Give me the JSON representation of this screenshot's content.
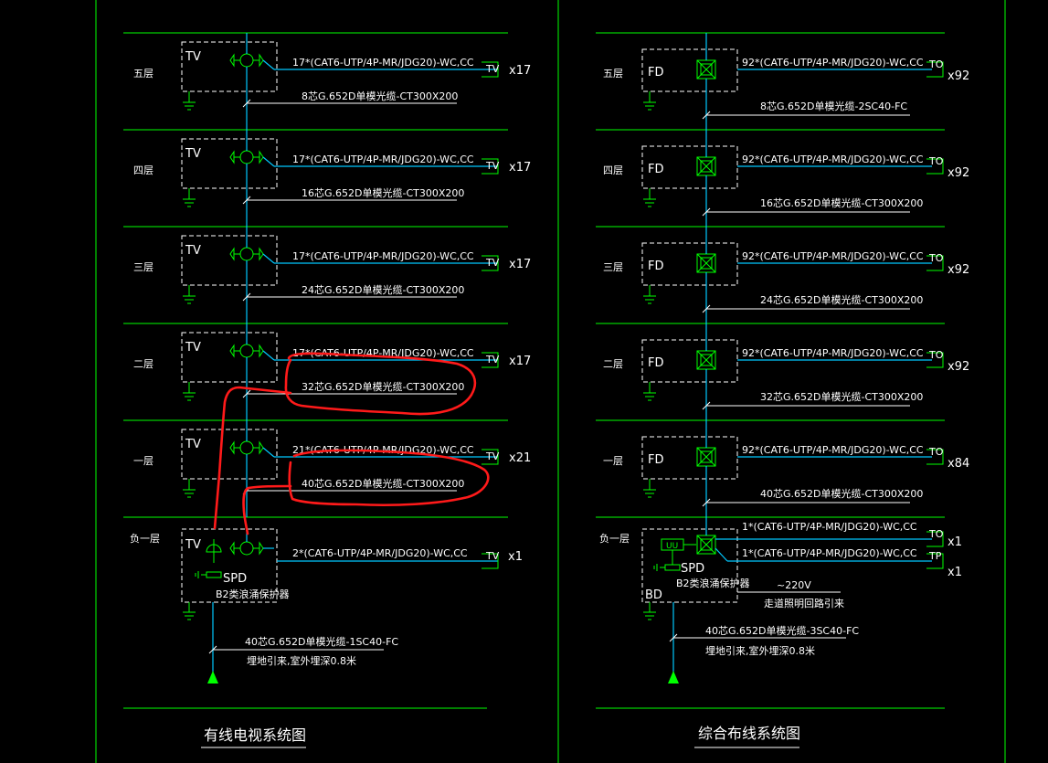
{
  "colors": {
    "background": "#000000",
    "floor_line": "#00ff00",
    "riser": "#00c8ff",
    "equipment": "#00ff00",
    "text": "#ffffff",
    "markup": "#ff1a1a"
  },
  "left_panel": {
    "title": "有线电视系统图",
    "floors": [
      {
        "floor": "五层",
        "box": "TV",
        "cable": "17*(CAT6-UTP/4P-MR/JDG20)-WC,CC",
        "outlet": "TV",
        "count": "x17",
        "riser": "8芯G.652D单模光缆-CT300X200"
      },
      {
        "floor": "四层",
        "box": "TV",
        "cable": "17*(CAT6-UTP/4P-MR/JDG20)-WC,CC",
        "outlet": "TV",
        "count": "x17",
        "riser": "16芯G.652D单模光缆-CT300X200"
      },
      {
        "floor": "三层",
        "box": "TV",
        "cable": "17*(CAT6-UTP/4P-MR/JDG20)-WC,CC",
        "outlet": "TV",
        "count": "x17",
        "riser": "24芯G.652D单模光缆-CT300X200"
      },
      {
        "floor": "二层",
        "box": "TV",
        "cable": "17*(CAT6-UTP/4P-MR/JDG20)-WC,CC",
        "outlet": "TV",
        "count": "x17",
        "riser": "32芯G.652D单模光缆-CT300X200"
      },
      {
        "floor": "一层",
        "box": "TV",
        "cable": "21*(CAT6-UTP/4P-MR/JDG20)-WC,CC",
        "outlet": "TV",
        "count": "x21",
        "riser": "40芯G.652D单模光缆-CT300X200"
      },
      {
        "floor": "负一层",
        "box": "TV",
        "cable": "2*(CAT6-UTP/4P-MR/JDG20)-WC,CC",
        "outlet": "TV",
        "count": "x1",
        "spd": "SPD",
        "spd_note": "B2类浪涌保护器"
      }
    ],
    "incoming": "40芯G.652D单模光缆-1SC40-FC",
    "incoming_note": "埋地引来,室外埋深0.8米"
  },
  "right_panel": {
    "title": "综合布线系统图",
    "floors": [
      {
        "floor": "五层",
        "box": "FD",
        "cable": "92*(CAT6-UTP/4P-MR/JDG20)-WC,CC",
        "outlet": "TO",
        "count": "x92",
        "riser": "8芯G.652D单模光缆-2SC40-FC"
      },
      {
        "floor": "四层",
        "box": "FD",
        "cable": "92*(CAT6-UTP/4P-MR/JDG20)-WC,CC",
        "outlet": "TO",
        "count": "x92",
        "riser": "16芯G.652D单模光缆-CT300X200"
      },
      {
        "floor": "三层",
        "box": "FD",
        "cable": "92*(CAT6-UTP/4P-MR/JDG20)-WC,CC",
        "outlet": "TO",
        "count": "x92",
        "riser": "24芯G.652D单模光缆-CT300X200"
      },
      {
        "floor": "二层",
        "box": "FD",
        "cable": "92*(CAT6-UTP/4P-MR/JDG20)-WC,CC",
        "outlet": "TO",
        "count": "x92",
        "riser": "32芯G.652D单模光缆-CT300X200"
      },
      {
        "floor": "一层",
        "box": "FD",
        "cable": "92*(CAT6-UTP/4P-MR/JDG20)-WC,CC",
        "outlet": "TO",
        "count": "x84",
        "riser": "40芯G.652D单模光缆-CT300X200"
      },
      {
        "floor": "负一层",
        "box": "BD",
        "cable": "1*(CAT6-UTP/4P-MR/JDG20)-WC,CC",
        "outlet": "TO",
        "count": "x1",
        "cable2": "1*(CAT6-UTP/4P-MR/JDG20)-WC,CC",
        "outlet2": "TP",
        "count2": "x1",
        "spd": "SPD",
        "spd_note": "B2类浪涌保护器",
        "power": "~220V",
        "power_note": "走道照明回路引来",
        "uu": "UU"
      }
    ],
    "incoming": "40芯G.652D单模光缆-3SC40-FC",
    "incoming_note": "埋地引来,室外埋深0.8米"
  }
}
